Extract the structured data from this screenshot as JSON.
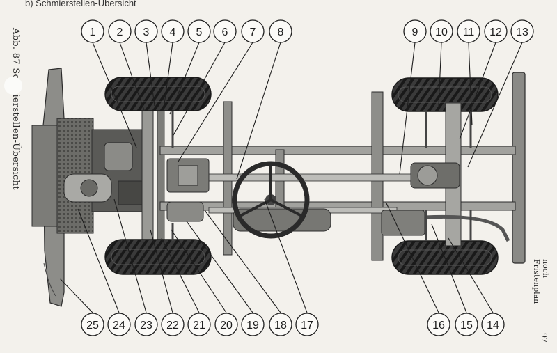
{
  "heading": "b) Schmierstellen-Übersicht",
  "side_caption": "Abb. 87 Schmierstellen-Übersicht",
  "right_caption": "noch Fristenplan",
  "page_number": "97",
  "callouts": {
    "top": [
      "1",
      "2",
      "3",
      "4",
      "5",
      "6",
      "7",
      "8",
      "9",
      "10",
      "11",
      "12",
      "13"
    ],
    "bottom": [
      "25",
      "24",
      "23",
      "22",
      "21",
      "20",
      "19",
      "18",
      "17",
      "16",
      "15",
      "14"
    ]
  },
  "colors": {
    "ink": "#1d1d1d",
    "paper": "#f3f1ec",
    "tire": "#2a2a2a",
    "metal": "#8a8a86"
  }
}
